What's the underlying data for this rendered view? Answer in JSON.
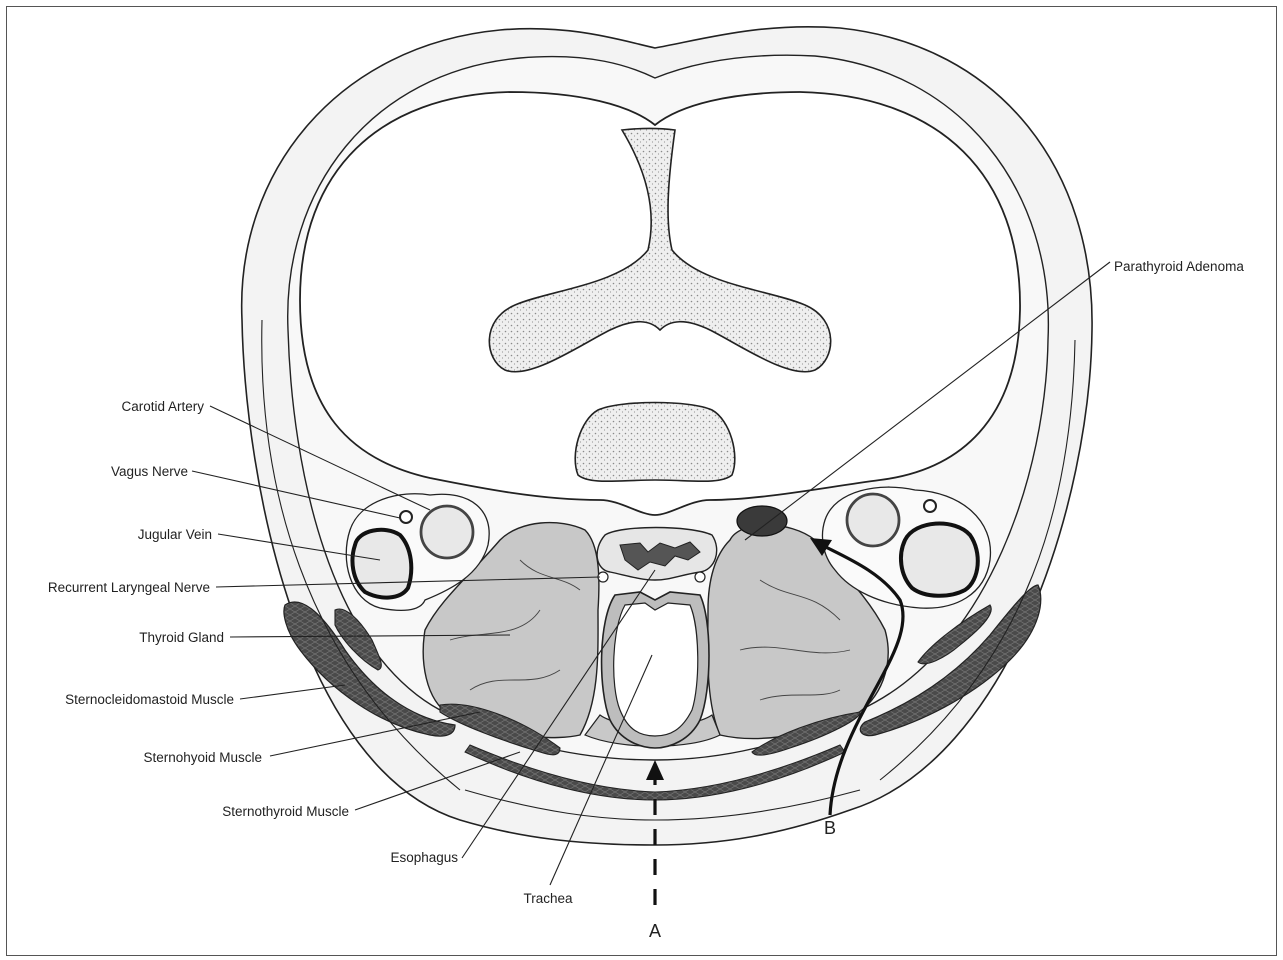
{
  "labels": {
    "carotid_artery": "Carotid Artery",
    "vagus_nerve": "Vagus Nerve",
    "jugular_vein": "Jugular Vein",
    "recurrent_laryngeal_nerve": "Recurrent Laryngeal Nerve",
    "thyroid_gland": "Thyroid Gland",
    "sternocleidomastoid_muscle": "Sternocleidomastoid Muscle",
    "sternohyoid_muscle": "Sternohyoid Muscle",
    "sternothyroid_muscle": "Sternothyroid Muscle",
    "esophagus": "Esophagus",
    "trachea": "Trachea",
    "parathyroid_adenoma": "Parathyroid Adenoma",
    "approach_a": "A",
    "approach_b": "B"
  },
  "colors": {
    "line": "#222222",
    "tissue": "#f3f3f3",
    "thyroid": "#c8c8c8",
    "muscle": "#555555",
    "bone": "#e9e9e9",
    "adenoma": "#3a3a3a"
  }
}
